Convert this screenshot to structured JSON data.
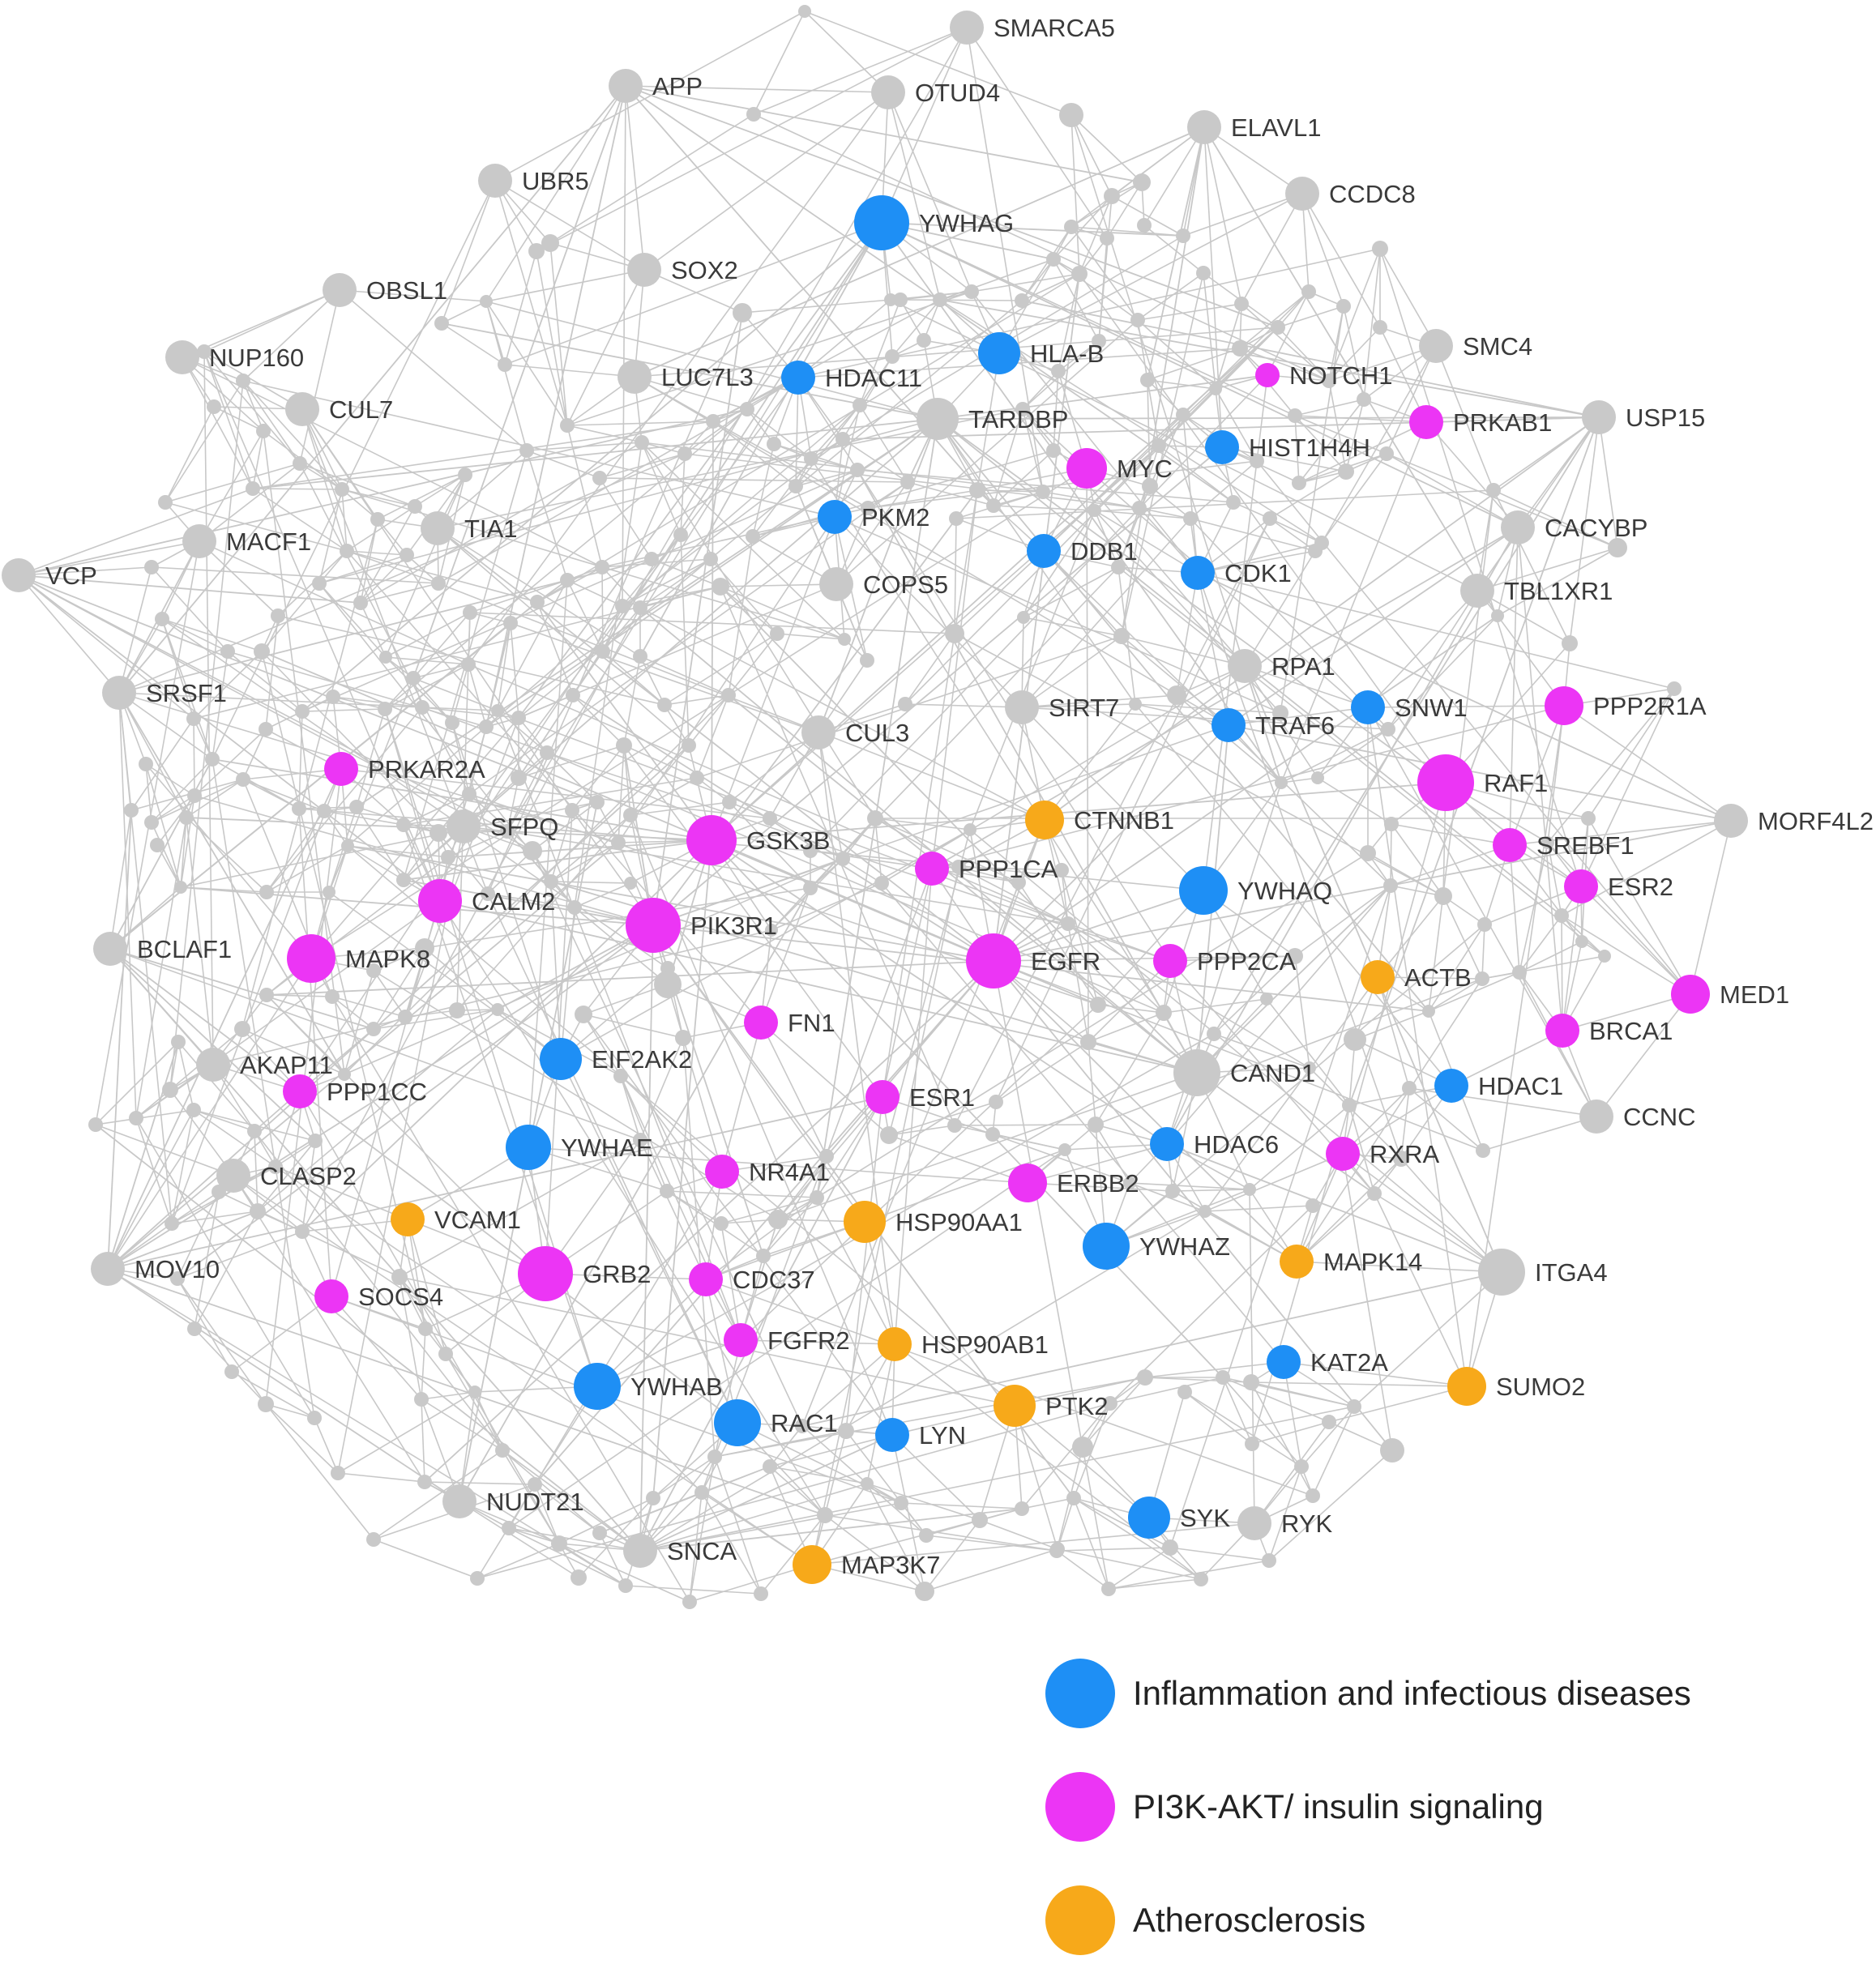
{
  "colors": {
    "edge": "#c8c8c8",
    "gray": "#c9c9c9",
    "blue": "#1e8ff5",
    "magenta": "#ec35f5",
    "orange": "#f7a91a"
  },
  "legend": [
    {
      "label": "Inflammation and infectious diseases",
      "group": "blue"
    },
    {
      "label": "PI3K-AKT/ insulin signaling",
      "group": "magenta"
    },
    {
      "label": "Atherosclerosis",
      "group": "orange"
    }
  ],
  "nodes": [
    {
      "label": "SMARCA5",
      "group": "gray"
    },
    {
      "label": "APP",
      "group": "gray"
    },
    {
      "label": "OTUD4",
      "group": "gray"
    },
    {
      "label": "ELAVL1",
      "group": "gray"
    },
    {
      "label": "UBR5",
      "group": "gray"
    },
    {
      "label": "CCDC8",
      "group": "gray"
    },
    {
      "label": "YWHAG",
      "group": "blue"
    },
    {
      "label": "SOX2",
      "group": "gray"
    },
    {
      "label": "OBSL1",
      "group": "gray"
    },
    {
      "label": "SMC4",
      "group": "gray"
    },
    {
      "label": "HLA-B",
      "group": "blue"
    },
    {
      "label": "NUP160",
      "group": "gray"
    },
    {
      "label": "LUC7L3",
      "group": "gray"
    },
    {
      "label": "HDAC11",
      "group": "blue"
    },
    {
      "label": "NOTCH1",
      "group": "magenta"
    },
    {
      "label": "USP15",
      "group": "gray"
    },
    {
      "label": "CUL7",
      "group": "gray"
    },
    {
      "label": "TARDBP",
      "group": "gray"
    },
    {
      "label": "PRKAB1",
      "group": "magenta"
    },
    {
      "label": "HIST1H4H",
      "group": "blue"
    },
    {
      "label": "MYC",
      "group": "magenta"
    },
    {
      "label": "TIA1",
      "group": "gray"
    },
    {
      "label": "PKM2",
      "group": "blue"
    },
    {
      "label": "CACYBP",
      "group": "gray"
    },
    {
      "label": "MACF1",
      "group": "gray"
    },
    {
      "label": "DDB1",
      "group": "blue"
    },
    {
      "label": "VCP",
      "group": "gray"
    },
    {
      "label": "CDK1",
      "group": "blue"
    },
    {
      "label": "COPS5",
      "group": "gray"
    },
    {
      "label": "TBL1XR1",
      "group": "gray"
    },
    {
      "label": "RPA1",
      "group": "gray"
    },
    {
      "label": "SRSF1",
      "group": "gray"
    },
    {
      "label": "SNW1",
      "group": "blue"
    },
    {
      "label": "SIRT7",
      "group": "gray"
    },
    {
      "label": "PPP2R1A",
      "group": "magenta"
    },
    {
      "label": "TRAF6",
      "group": "blue"
    },
    {
      "label": "CUL3",
      "group": "gray"
    },
    {
      "label": "PRKAR2A",
      "group": "magenta"
    },
    {
      "label": "RAF1",
      "group": "magenta"
    },
    {
      "label": "CTNNB1",
      "group": "orange"
    },
    {
      "label": "MORF4L2",
      "group": "gray"
    },
    {
      "label": "SFPQ",
      "group": "gray"
    },
    {
      "label": "GSK3B",
      "group": "magenta"
    },
    {
      "label": "SREBF1",
      "group": "magenta"
    },
    {
      "label": "PPP1CA",
      "group": "magenta"
    },
    {
      "label": "ESR2",
      "group": "magenta"
    },
    {
      "label": "YWHAQ",
      "group": "blue"
    },
    {
      "label": "CALM2",
      "group": "magenta"
    },
    {
      "label": "PIK3R1",
      "group": "magenta"
    },
    {
      "label": "BCLAF1",
      "group": "gray"
    },
    {
      "label": "MAPK8",
      "group": "magenta"
    },
    {
      "label": "EGFR",
      "group": "magenta"
    },
    {
      "label": "PPP2CA",
      "group": "magenta"
    },
    {
      "label": "ACTB",
      "group": "orange"
    },
    {
      "label": "MED1",
      "group": "magenta"
    },
    {
      "label": "FN1",
      "group": "magenta"
    },
    {
      "label": "BRCA1",
      "group": "magenta"
    },
    {
      "label": "EIF2AK2",
      "group": "blue"
    },
    {
      "label": "AKAP11",
      "group": "gray"
    },
    {
      "label": "CAND1",
      "group": "gray"
    },
    {
      "label": "HDAC1",
      "group": "blue"
    },
    {
      "label": "PPP1CC",
      "group": "magenta"
    },
    {
      "label": "ESR1",
      "group": "magenta"
    },
    {
      "label": "CCNC",
      "group": "gray"
    },
    {
      "label": "YWHAE",
      "group": "blue"
    },
    {
      "label": "HDAC6",
      "group": "blue"
    },
    {
      "label": "RXRA",
      "group": "magenta"
    },
    {
      "label": "NR4A1",
      "group": "magenta"
    },
    {
      "label": "CLASP2",
      "group": "gray"
    },
    {
      "label": "ERBB2",
      "group": "magenta"
    },
    {
      "label": "VCAM1",
      "group": "orange"
    },
    {
      "label": "HSP90AA1",
      "group": "orange"
    },
    {
      "label": "YWHAZ",
      "group": "blue"
    },
    {
      "label": "MAPK14",
      "group": "orange"
    },
    {
      "label": "MOV10",
      "group": "gray"
    },
    {
      "label": "GRB2",
      "group": "magenta"
    },
    {
      "label": "ITGA4",
      "group": "gray"
    },
    {
      "label": "CDC37",
      "group": "magenta"
    },
    {
      "label": "SOCS4",
      "group": "magenta"
    },
    {
      "label": "FGFR2",
      "group": "magenta"
    },
    {
      "label": "HSP90AB1",
      "group": "orange"
    },
    {
      "label": "KAT2A",
      "group": "blue"
    },
    {
      "label": "YWHAB",
      "group": "blue"
    },
    {
      "label": "SUMO2",
      "group": "orange"
    },
    {
      "label": "RAC1",
      "group": "blue"
    },
    {
      "label": "PTK2",
      "group": "orange"
    },
    {
      "label": "LYN",
      "group": "blue"
    },
    {
      "label": "NUDT21",
      "group": "gray"
    },
    {
      "label": "SYK",
      "group": "blue"
    },
    {
      "label": "RYK",
      "group": "gray"
    },
    {
      "label": "SNCA",
      "group": "gray"
    },
    {
      "label": "MAP3K7",
      "group": "orange"
    }
  ]
}
